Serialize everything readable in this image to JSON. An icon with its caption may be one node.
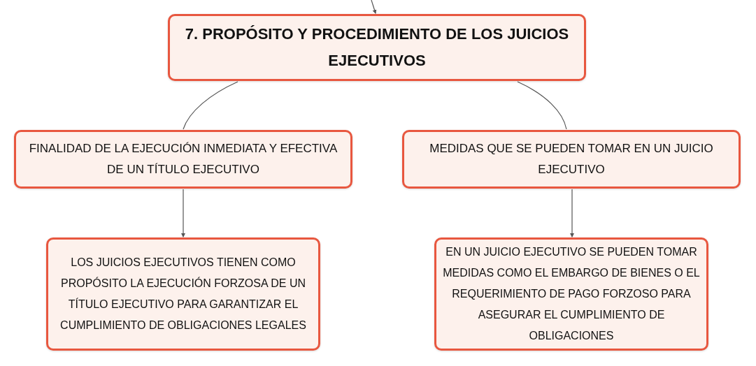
{
  "diagram": {
    "nodes": [
      {
        "text": [
          "7. PROPÓSITO Y PROCEDIMIENTO DE LOS JUICIOS EJECUTIVOS"
        ]
      },
      {
        "text": [
          "FINALIDAD DE LA EJECUCIÓN INMEDIATA Y EFECTIVA DE UN TÍTULO EJECUTIVO"
        ]
      },
      {
        "text": [
          "MEDIDAS QUE SE PUEDEN TOMAR EN UN JUICIO EJECUTIVO"
        ]
      },
      {
        "text": [
          "LOS JUICIOS EJECUTIVOS TIENEN COMO PROPÓSITO LA EJECUCIÓN FORZOSA DE UN TÍTULO EJECUTIVO PARA GARANTIZAR EL CUMPLIMIENTO DE OBLIGACIONES LEGALES"
        ]
      },
      {
        "text": [
          "EN UN JUICIO EJECUTIVO SE PUEDEN TOMAR MEDIDAS COMO EL EMBARGO DE BIENES O EL REQUERIMIENTO DE PAGO FORZOSO PARA ASEGURAR EL CUMPLIMIENTO DE OBLIGACIONES"
        ]
      }
    ],
    "edges": [
      {
        "from": null,
        "to": 0,
        "arrow": "to"
      },
      {
        "from": 0,
        "to": 1,
        "arrow": "none"
      },
      {
        "from": 0,
        "to": 2,
        "arrow": "none"
      },
      {
        "from": 1,
        "to": 3,
        "arrow": "to"
      },
      {
        "from": 2,
        "to": 4,
        "arrow": "to"
      }
    ]
  }
}
